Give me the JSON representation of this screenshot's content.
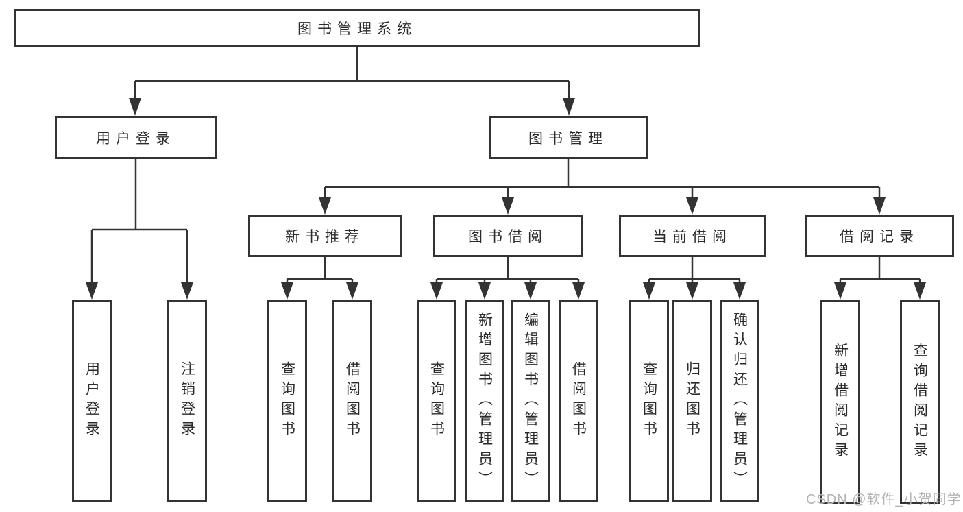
{
  "diagram": {
    "type": "hierarchy-tree",
    "background": "#ffffff",
    "colors": {
      "box_border": "#333333",
      "connector": "#333333",
      "text": "#2b2b2b",
      "watermark": "#b3b3b3"
    },
    "nodes": {
      "root": {
        "label": "图书管理系统"
      },
      "level2": [
        {
          "id": "user-login",
          "label": "用户登录",
          "parent": "图书管理系统"
        },
        {
          "id": "book-management",
          "label": "图书管理",
          "parent": "图书管理系统"
        }
      ],
      "level3": [
        {
          "id": "new-book-recommend",
          "label": "新书推荐",
          "parent": "图书管理"
        },
        {
          "id": "book-borrowing",
          "label": "图书借阅",
          "parent": "图书管理"
        },
        {
          "id": "current-borrowing",
          "label": "当前借阅",
          "parent": "图书管理"
        },
        {
          "id": "borrowing-records",
          "label": "借阅记录",
          "parent": "图书管理"
        }
      ],
      "leaves": [
        {
          "label": "用户登录",
          "parent": "用户登录"
        },
        {
          "label": "注销登录",
          "parent": "用户登录"
        },
        {
          "label": "查询图书",
          "parent": "新书推荐"
        },
        {
          "label": "借阅图书",
          "parent": "新书推荐"
        },
        {
          "label": "查询图书",
          "parent": "图书借阅"
        },
        {
          "label": "新增图书（管理员）",
          "parent": "图书借阅"
        },
        {
          "label": "编辑图书（管理员）",
          "parent": "图书借阅"
        },
        {
          "label": "借阅图书",
          "parent": "图书借阅"
        },
        {
          "label": "查询图书",
          "parent": "当前借阅"
        },
        {
          "label": "归还图书",
          "parent": "当前借阅"
        },
        {
          "label": "确认归还（管理员）",
          "parent": "当前借阅"
        },
        {
          "label": "新增借阅记录",
          "parent": "借阅记录"
        },
        {
          "label": "查询借阅记录",
          "parent": "借阅记录"
        }
      ]
    },
    "watermark": "CSDN @软件_小贺同学"
  }
}
